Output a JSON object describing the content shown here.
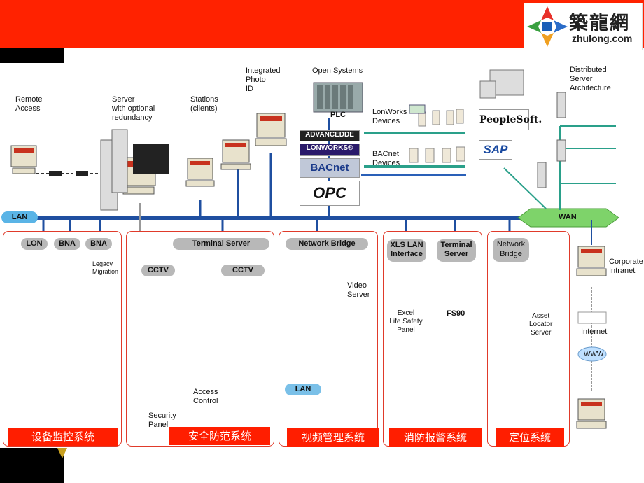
{
  "header": {
    "logo_cn": "築龍網",
    "logo_en": "zhulong.com"
  },
  "top_labels": {
    "remote_access": "Remote\nAccess",
    "server": "Server\nwith optional\nredundancy",
    "stations": "Stations\n(clients)",
    "photo_id": "Integrated\nPhoto\nID",
    "open_systems": "Open Systems",
    "plc": "PLC",
    "lonworks_devices": "LonWorks\nDevices",
    "bacnet_devices": "BACnet\nDevices",
    "distributed": "Distributed\nServer\nArchitecture",
    "lan": "LAN",
    "wan": "WAN"
  },
  "vendors": {
    "advancedde": "ADVANCEDDE",
    "lonworks": "LONWORKS®",
    "bacnet": "BACnet",
    "opc": "OPC",
    "peoplesoft": "PeopleSoft.",
    "sap": "SAP"
  },
  "panel_bms": {
    "lon": "LON",
    "bna1": "BNA",
    "bna2": "BNA",
    "legacy": "Legacy\nMigration",
    "title": "设备监控系统"
  },
  "panel_security": {
    "terminal_server": "Terminal Server",
    "cctv1": "CCTV",
    "cctv2": "CCTV",
    "access_control": "Access\nControl",
    "security_panel": "Security\nPanel",
    "title": "安全防范系统"
  },
  "panel_video": {
    "network_bridge": "Network Bridge",
    "video_server": "Video\nServer",
    "lan": "LAN",
    "title": "视频管理系统"
  },
  "panel_fire": {
    "xls_lan": "XLS LAN\nInterface",
    "terminal_server": "Terminal\nServer",
    "excel": "Excel\nLife Safety\nPanel",
    "fs90": "FS90",
    "title": "消防报警系统"
  },
  "panel_locate": {
    "network_bridge": "Network\nBridge",
    "asset": "Asset\nLocator\nServer",
    "title": "定位系统"
  },
  "right_side": {
    "corporate": "Corporate\nIntranet",
    "internet": "Internet",
    "www": "WWW"
  },
  "colors": {
    "banner": "#ff2200",
    "bus_blue": "#1f4fa0",
    "bus_green": "#2aa08a",
    "panel_border": "#e03a2a",
    "label_red": "#ff1e00",
    "wan_green": "#7ed36a"
  }
}
